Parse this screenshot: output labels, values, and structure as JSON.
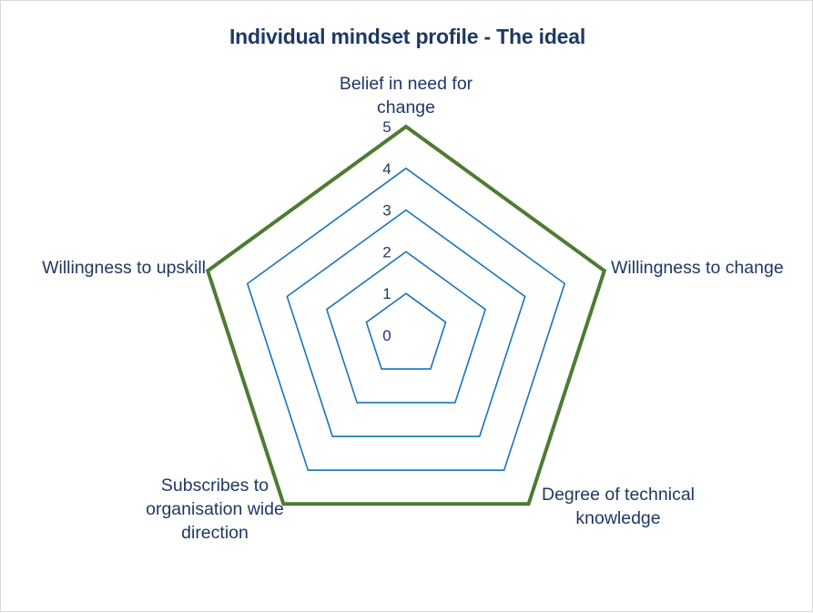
{
  "chart_data": {
    "type": "radar",
    "title": "Individual mindset profile - The ideal",
    "categories": [
      "Belief in need for\nchange",
      "Willingness to change",
      "Degree of technical\nknowledge",
      "Subscribes to\norganisation wide\ndirection",
      "Willingness to upskill"
    ],
    "series": [
      {
        "name": "The ideal",
        "values": [
          5,
          5,
          5,
          5,
          5
        ],
        "color": "#4e7b32",
        "line_width": 4
      }
    ],
    "tick_labels": [
      "0",
      "1",
      "2",
      "3",
      "4",
      "5"
    ],
    "rlim": [
      0,
      5
    ],
    "r_ticks": [
      0,
      1,
      2,
      3,
      4,
      5
    ],
    "grid": true,
    "grid_color": "#1874ba",
    "grid_shape": "polygon",
    "legend": false,
    "xlabel": "",
    "ylabel": ""
  },
  "colors": {
    "title_text": "#1f3864",
    "label_text": "#1f3864",
    "grid_blue": "#1874ba",
    "series_green": "#4e7b32",
    "frame_border": "#d9d9d9",
    "background": "#ffffff"
  },
  "labels": {
    "top": "Belief in need for\nchange",
    "right": "Willingness to change",
    "bottom_right": "Degree of technical\nknowledge",
    "bottom_left": "Subscribes to\norganisation wide\ndirection",
    "left": "Willingness to upskill"
  },
  "ticks": {
    "t0": "0",
    "t1": "1",
    "t2": "2",
    "t3": "3",
    "t4": "4",
    "t5": "5"
  }
}
